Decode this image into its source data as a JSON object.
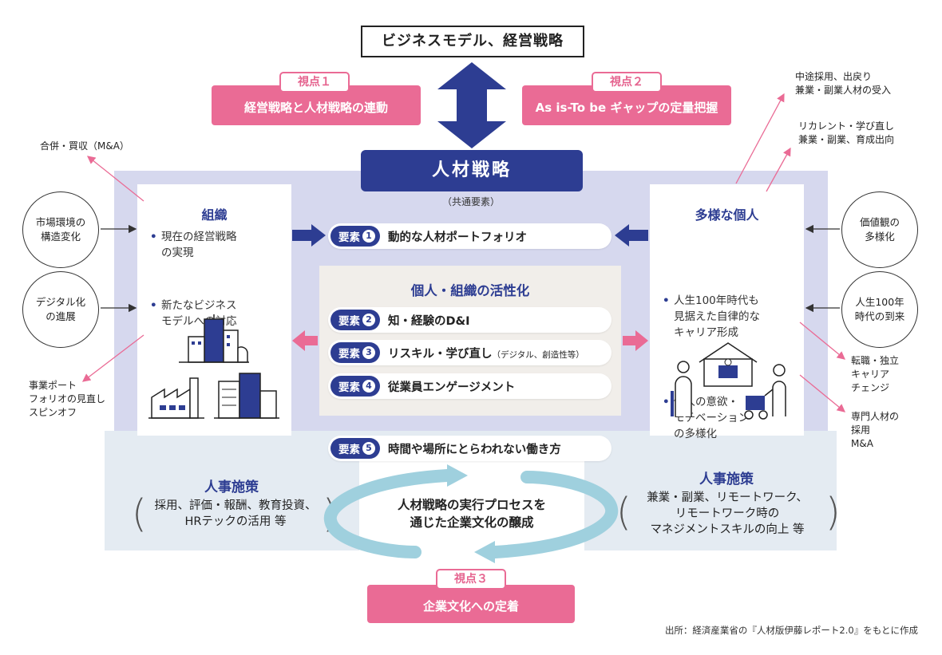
{
  "top_title": "ビジネスモデル、経営戦略",
  "viewpoint1": {
    "tag": "視点１",
    "text": "経営戦略と人材戦略の連動"
  },
  "viewpoint2": {
    "tag": "視点２",
    "text": "As is-To be ギャップの定量把握"
  },
  "viewpoint3": {
    "tag": "視点３",
    "text": "企業文化への定着"
  },
  "strategy_title": "人材戦略",
  "common_elements": "（共通要素）",
  "organization": {
    "title": "組織",
    "bullets": [
      "現在の経営戦略\nの実現",
      "新たなビジネス\nモデルへの対応"
    ]
  },
  "individual": {
    "title": "多様な個人",
    "bullets": [
      "人生100年時代も\n見据えた自律的な\nキャリア形成",
      "個人の意欲・\nモチベーション\nの多様化"
    ]
  },
  "elements": [
    {
      "tag": "要素",
      "num": "1",
      "text": "動的な人材ポートフォリオ",
      "sub": ""
    },
    {
      "tag": "要素",
      "num": "2",
      "text": "知・経験のD&I",
      "sub": ""
    },
    {
      "tag": "要素",
      "num": "3",
      "text": "リスキル・学び直し",
      "sub": "（デジタル、創造性等）"
    },
    {
      "tag": "要素",
      "num": "4",
      "text": "従業員エンゲージメント",
      "sub": ""
    },
    {
      "tag": "要素",
      "num": "5",
      "text": "時間や場所にとらわれない働き方",
      "sub": ""
    }
  ],
  "activation_title": "個人・組織の活性化",
  "circles": {
    "market": "市場環境の\n構造変化",
    "digital": "デジタル化\nの進展",
    "values": "価値観の\n多様化",
    "life100": "人生100年\n時代の到来"
  },
  "notes": {
    "ma": "合併・買収（M&A）",
    "portfolio": "事業ポート\nフォリオの見直し\nスピンオフ",
    "midcareer": "中途採用、出戻り\n兼業・副業人材の受入",
    "recurrent": "リカレント・学び直し\n兼業・副業、育成出向",
    "career_change": "転職・独立\nキャリア\nチェンジ",
    "specialist": "専門人材の\n採用\nM&A"
  },
  "hr_left": {
    "title": "人事施策",
    "body": "採用、評価・報酬、教育投資、\nHRテックの活用 等"
  },
  "hr_right": {
    "title": "人事施策",
    "body": "兼業・副業、リモートワーク、\nリモートワーク時の\nマネジメントスキルの向上 等"
  },
  "process_text": "人材戦略の実行プロセスを\n通じた企業文化の醸成",
  "source": "出所：経済産業省の『人材版伊藤レポート2.0』をもとに作成",
  "colors": {
    "navy": "#2d3d92",
    "pink": "#ea6b95",
    "lavender": "#d6d8ee",
    "light_blue": "#e4ebf2",
    "beige": "#f1eeea",
    "cycle": "#9fd0de"
  }
}
